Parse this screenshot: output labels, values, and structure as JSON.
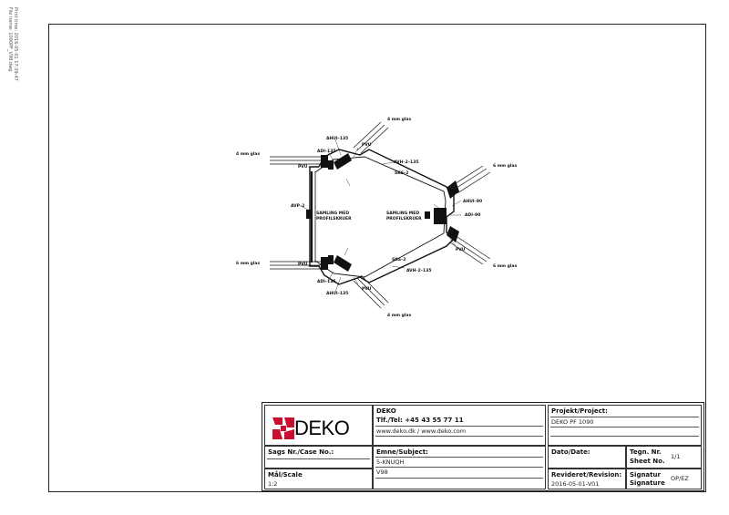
{
  "print_info": {
    "print_time": "Print time: 2016-05-01 17:39:47",
    "file_name": "File name: 1090PF_V98.dwg"
  },
  "drawing": {
    "labels": {
      "ahui_top": "AHUI–135",
      "glas_top": "4 mm glas",
      "pvu_top": "PVU",
      "adi_top_left": "ADI–135",
      "glas_left_top": "4 mm glas",
      "pvu_left_top": "PVU",
      "avh_top": "AVH–2–135",
      "sks_top": "SKS–2",
      "glas_right_top": "6 mm glas",
      "ahui_right": "AHUI–90",
      "avp": "AVP–2",
      "samling_left_1": "SAMLING MED",
      "samling_left_2": "PROFILSKRUER",
      "samling_right_1": "SAMLING MED",
      "samling_right_2": "PROFILSKRUER",
      "adi_right": "ADI–90",
      "pvu_right": "PVU",
      "glas_left_bottom": "6 mm glas",
      "pvu_left_bottom": "PVU",
      "sks_bottom": "SKS–2",
      "avh_bottom": "AVH–2–135",
      "glas_right_bottom": "6 mm glas",
      "adi_bottom_left": "ADI–135",
      "pvu_bottom": "PVU",
      "ahui_bottom": "AHUI–135",
      "glas_bottom": "4 mm glas"
    }
  },
  "title_block": {
    "logo_text": "DEKO",
    "logo_icon": "deko-logo-icon",
    "company": {
      "name": "DEKO",
      "phone": "Tlf./Tel: +45 43 55 77 11",
      "web": "www.deko.dk / www.deko.com"
    },
    "project": {
      "label": "Projekt/Project:",
      "value": "DEKO PF 1090"
    },
    "case": {
      "label": "Sags Nr./Case No.:",
      "value": ""
    },
    "subject": {
      "label": "Emne/Subject:",
      "line1": "5-KNUQH",
      "line2": "V98"
    },
    "date": {
      "label": "Dato/Date:",
      "value": ""
    },
    "sheet": {
      "label1": "Tegn. Nr.",
      "label2": "Sheet No.",
      "value": "1/1"
    },
    "scale": {
      "label": "Mål/Scale",
      "value": "1:2"
    },
    "revision": {
      "label": "Revideret/Revision:",
      "value": "2016-05-01-V01"
    },
    "signature": {
      "label1": "Signatur",
      "label2": "Signature",
      "value": "OP/EZ"
    }
  }
}
